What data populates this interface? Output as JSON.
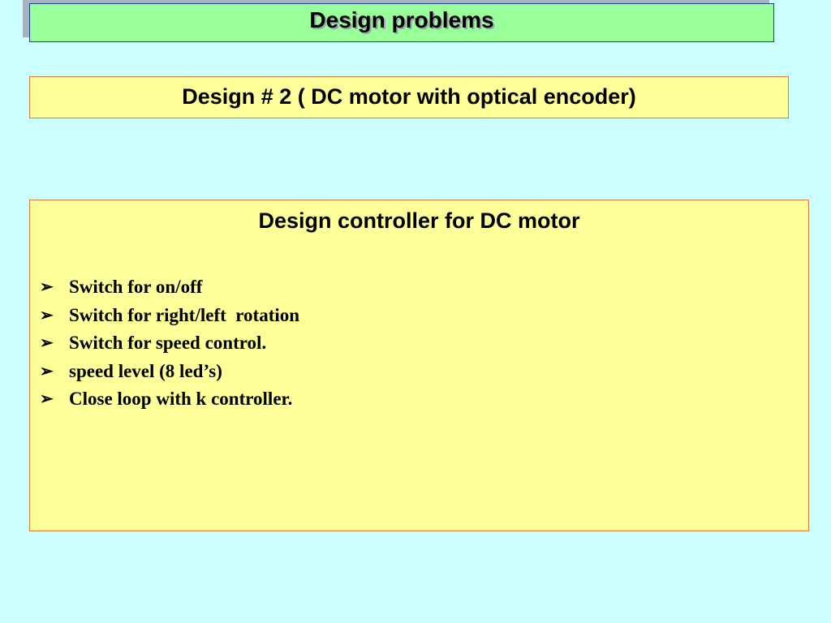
{
  "slide": {
    "title": "Design problems",
    "subtitle": "Design # 2 ( DC motor with optical encoder)",
    "content": {
      "heading": "Design controller for DC motor",
      "bullet_icon": "arrow-bullet-icon",
      "items": [
        "Switch for on/off",
        "Switch for right/left  rotation",
        "Switch for speed control.",
        "speed level (8 led’s)",
        "Close loop with k controller."
      ]
    }
  },
  "colors": {
    "background": "#ccffff",
    "title_box": "#99ff99",
    "content_box": "#ffff99",
    "box_border": "#e07a3a",
    "title_border": "#1f3f8f"
  }
}
